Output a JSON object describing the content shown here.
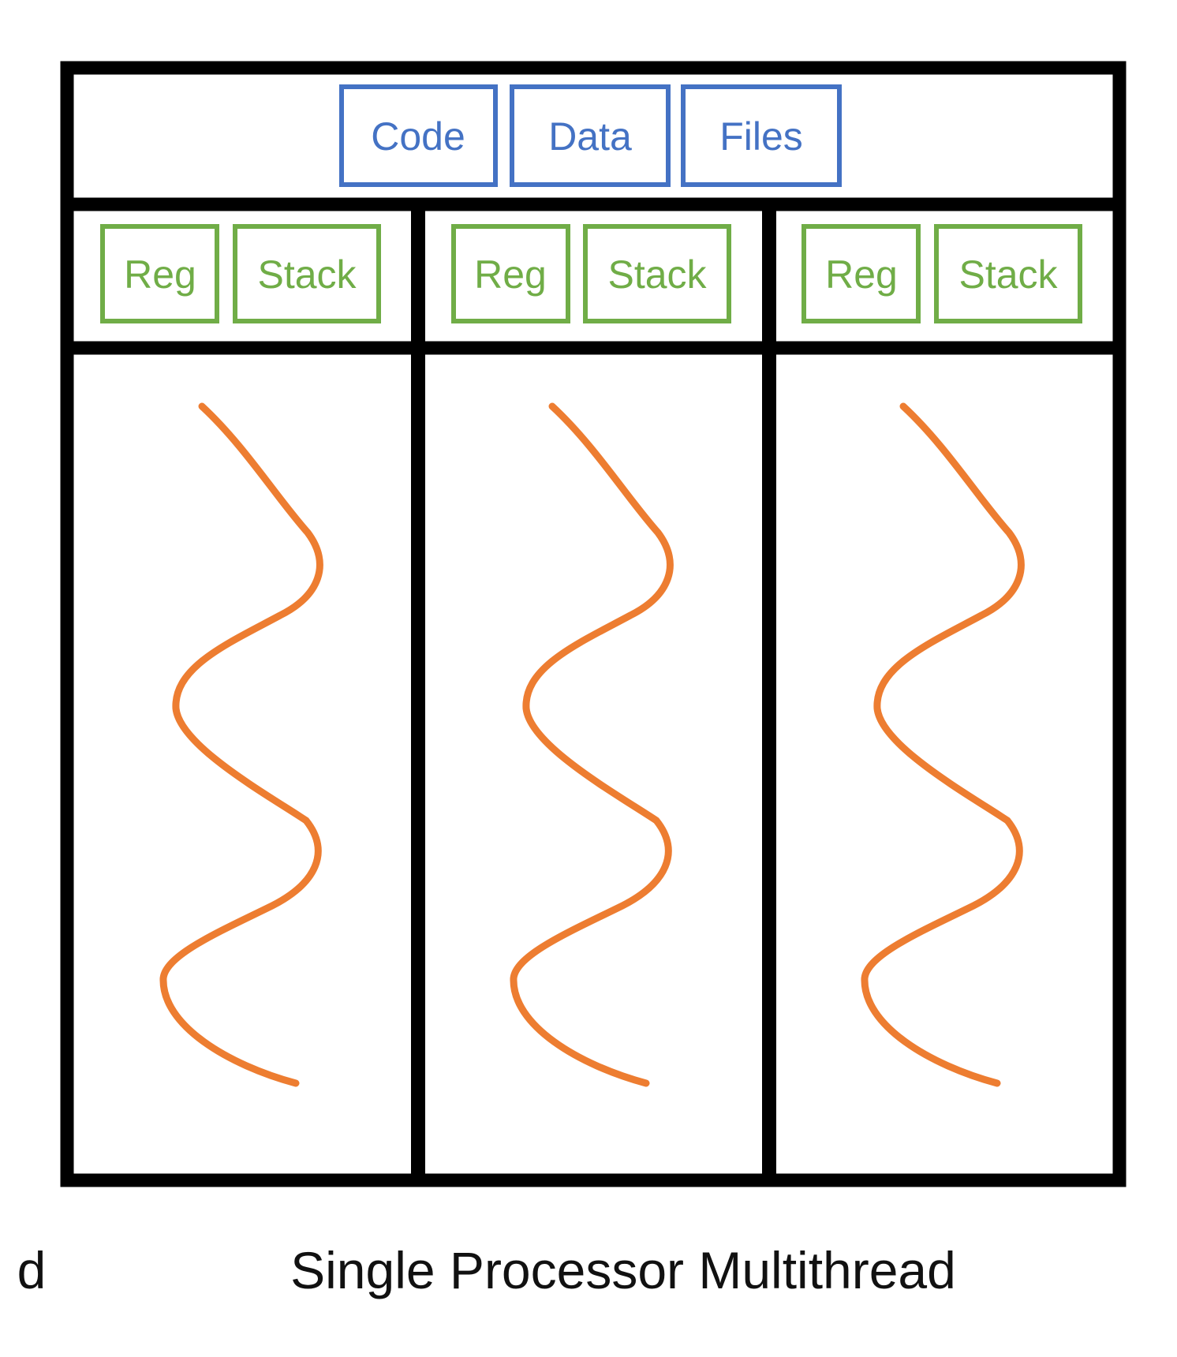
{
  "shared_resources": {
    "code": "Code",
    "data": "Data",
    "files": "Files"
  },
  "threads": [
    {
      "reg": "Reg",
      "stack": "Stack"
    },
    {
      "reg": "Reg",
      "stack": "Stack"
    },
    {
      "reg": "Reg",
      "stack": "Stack"
    }
  ],
  "caption": "Single Processor Multithread",
  "partial_caption": "d",
  "colors": {
    "frame": "#000000",
    "shared": "#4472C4",
    "thread_private": "#70AD47",
    "thread_line": "#ED7D31",
    "caption": "#111111"
  }
}
